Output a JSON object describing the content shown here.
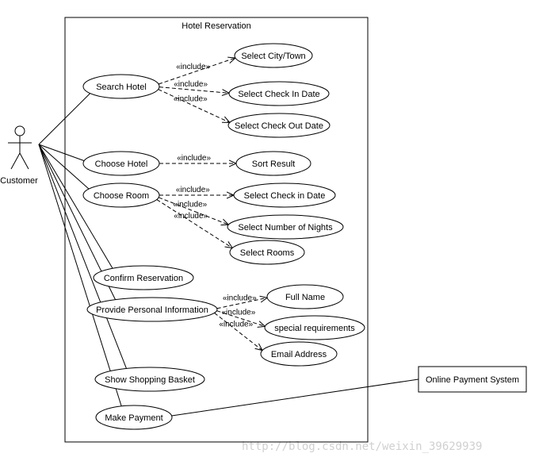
{
  "system": {
    "title": "Hotel Reservation"
  },
  "actors": [
    {
      "id": "customer",
      "label": "Customer"
    }
  ],
  "external_system": {
    "label": "Online Payment System"
  },
  "use_cases": [
    {
      "id": "search_hotel",
      "label": "Search Hotel"
    },
    {
      "id": "select_city",
      "label": "Select City/Town"
    },
    {
      "id": "select_checkin_date",
      "label": "Select Check In Date"
    },
    {
      "id": "select_checkout_date",
      "label": "Select Check Out Date"
    },
    {
      "id": "choose_hotel",
      "label": "Choose Hotel"
    },
    {
      "id": "sort_result",
      "label": "Sort Result"
    },
    {
      "id": "choose_room",
      "label": "Choose Room"
    },
    {
      "id": "select_checkin_room",
      "label": "Select Check in Date"
    },
    {
      "id": "select_nights",
      "label": "Select Number of Nights"
    },
    {
      "id": "select_rooms",
      "label": "Select Rooms"
    },
    {
      "id": "confirm_reservation",
      "label": "Confirm Reservation"
    },
    {
      "id": "personal_info",
      "label": "Provide Personal Information"
    },
    {
      "id": "full_name",
      "label": "Full Name"
    },
    {
      "id": "special_req",
      "label": "special requirements"
    },
    {
      "id": "email",
      "label": "Email Address"
    },
    {
      "id": "shopping_basket",
      "label": "Show Shopping Basket"
    },
    {
      "id": "make_payment",
      "label": "Make Payment"
    }
  ],
  "includes": [
    {
      "from": "search_hotel",
      "to": "select_city",
      "label": "«include»"
    },
    {
      "from": "search_hotel",
      "to": "select_checkin_date",
      "label": "«include»"
    },
    {
      "from": "search_hotel",
      "to": "select_checkout_date",
      "label": "«include»"
    },
    {
      "from": "choose_hotel",
      "to": "sort_result",
      "label": "«include»"
    },
    {
      "from": "choose_room",
      "to": "select_checkin_room",
      "label": "«include»"
    },
    {
      "from": "choose_room",
      "to": "select_nights",
      "label": "«include»"
    },
    {
      "from": "choose_room",
      "to": "select_rooms",
      "label": "«include»"
    },
    {
      "from": "personal_info",
      "to": "full_name",
      "label": "«include»"
    },
    {
      "from": "personal_info",
      "to": "special_req",
      "label": "«include»"
    },
    {
      "from": "personal_info",
      "to": "email",
      "label": "«include»"
    }
  ],
  "associations": [
    {
      "from": "customer",
      "to": "search_hotel"
    },
    {
      "from": "customer",
      "to": "choose_hotel"
    },
    {
      "from": "customer",
      "to": "choose_room"
    },
    {
      "from": "customer",
      "to": "confirm_reservation"
    },
    {
      "from": "customer",
      "to": "personal_info"
    },
    {
      "from": "customer",
      "to": "shopping_basket"
    },
    {
      "from": "customer",
      "to": "make_payment"
    },
    {
      "from": "make_payment",
      "to": "external_system"
    }
  ],
  "watermark": "http://blog.csdn.net/weixin_39629939"
}
